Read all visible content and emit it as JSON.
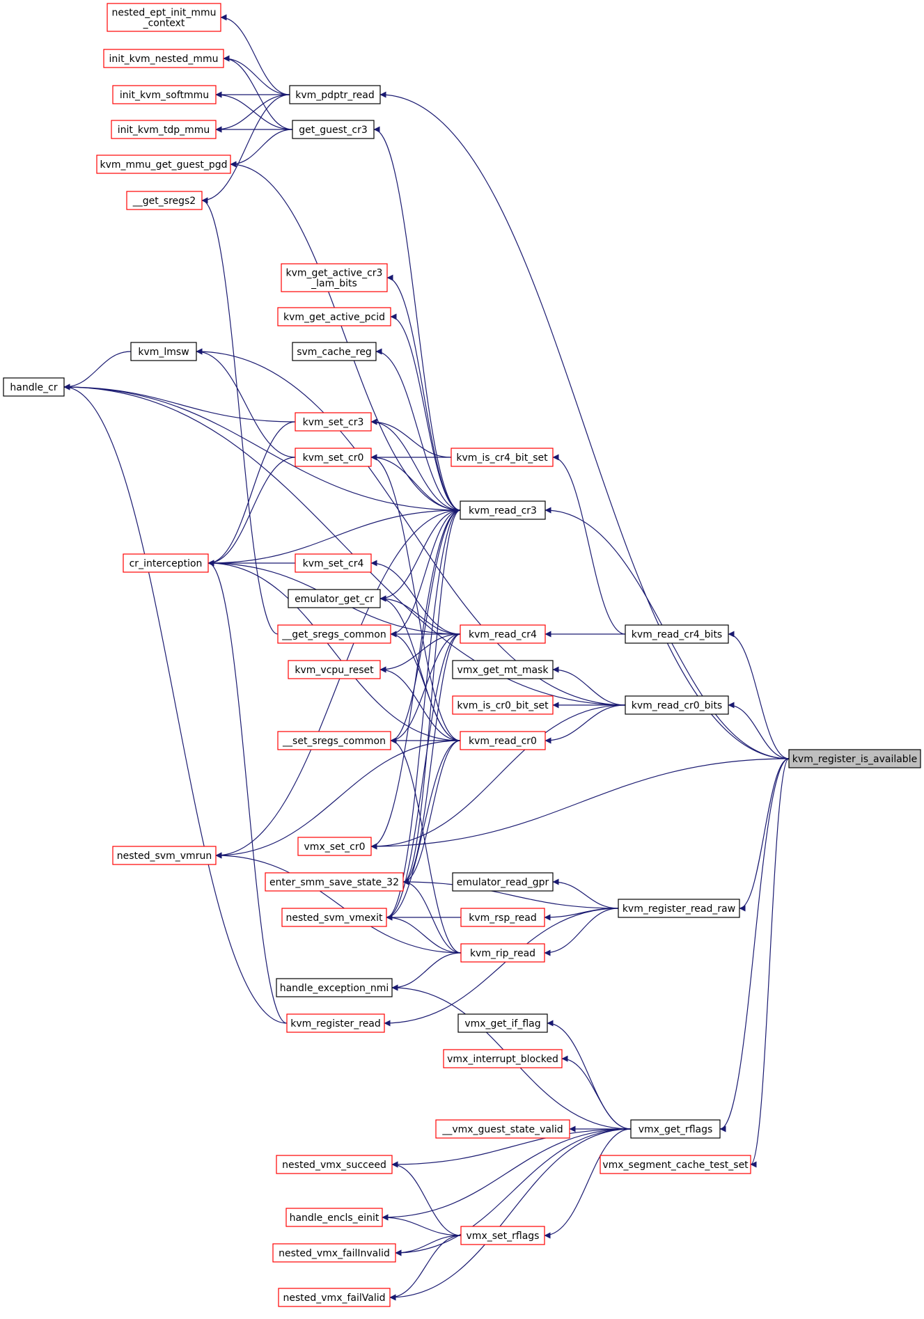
{
  "graph": {
    "edge_color": "#191970",
    "root_fill": "#bfbfbf",
    "border_colors": {
      "has_more_callers": "#ff0000",
      "complete": "#000000"
    },
    "nodes": [
      {
        "id": "nested_ept_init_mmu_context",
        "lines": [
          "nested_ept_init_mmu",
          "_context"
        ],
        "style": "red"
      },
      {
        "id": "init_kvm_nested_mmu",
        "lines": [
          "init_kvm_nested_mmu"
        ],
        "style": "red"
      },
      {
        "id": "init_kvm_softmmu",
        "lines": [
          "init_kvm_softmmu"
        ],
        "style": "red"
      },
      {
        "id": "init_kvm_tdp_mmu",
        "lines": [
          "init_kvm_tdp_mmu"
        ],
        "style": "red"
      },
      {
        "id": "kvm_mmu_get_guest_pgd",
        "lines": [
          "kvm_mmu_get_guest_pgd"
        ],
        "style": "red"
      },
      {
        "id": "__get_sregs2",
        "lines": [
          "__get_sregs2"
        ],
        "style": "red"
      },
      {
        "id": "kvm_pdptr_read",
        "lines": [
          "kvm_pdptr_read"
        ],
        "style": "black"
      },
      {
        "id": "get_guest_cr3",
        "lines": [
          "get_guest_cr3"
        ],
        "style": "black"
      },
      {
        "id": "kvm_get_active_cr3_lam_bits",
        "lines": [
          "kvm_get_active_cr3",
          "_lam_bits"
        ],
        "style": "red"
      },
      {
        "id": "kvm_get_active_pcid",
        "lines": [
          "kvm_get_active_pcid"
        ],
        "style": "red"
      },
      {
        "id": "svm_cache_reg",
        "lines": [
          "svm_cache_reg"
        ],
        "style": "black"
      },
      {
        "id": "kvm_lmsw",
        "lines": [
          "kvm_lmsw"
        ],
        "style": "black"
      },
      {
        "id": "handle_cr",
        "lines": [
          "handle_cr"
        ],
        "style": "black"
      },
      {
        "id": "kvm_set_cr3",
        "lines": [
          "kvm_set_cr3"
        ],
        "style": "red"
      },
      {
        "id": "kvm_set_cr0",
        "lines": [
          "kvm_set_cr0"
        ],
        "style": "red"
      },
      {
        "id": "kvm_is_cr4_bit_set",
        "lines": [
          "kvm_is_cr4_bit_set"
        ],
        "style": "red"
      },
      {
        "id": "kvm_read_cr3",
        "lines": [
          "kvm_read_cr3"
        ],
        "style": "black"
      },
      {
        "id": "cr_interception",
        "lines": [
          "cr_interception"
        ],
        "style": "red"
      },
      {
        "id": "kvm_set_cr4",
        "lines": [
          "kvm_set_cr4"
        ],
        "style": "red"
      },
      {
        "id": "emulator_get_cr",
        "lines": [
          "emulator_get_cr"
        ],
        "style": "black"
      },
      {
        "id": "__get_sregs_common",
        "lines": [
          "__get_sregs_common"
        ],
        "style": "red"
      },
      {
        "id": "kvm_read_cr4",
        "lines": [
          "kvm_read_cr4"
        ],
        "style": "red"
      },
      {
        "id": "kvm_read_cr4_bits",
        "lines": [
          "kvm_read_cr4_bits"
        ],
        "style": "black"
      },
      {
        "id": "kvm_vcpu_reset",
        "lines": [
          "kvm_vcpu_reset"
        ],
        "style": "red"
      },
      {
        "id": "vmx_get_mt_mask",
        "lines": [
          "vmx_get_mt_mask"
        ],
        "style": "black"
      },
      {
        "id": "kvm_is_cr0_bit_set",
        "lines": [
          "kvm_is_cr0_bit_set"
        ],
        "style": "red"
      },
      {
        "id": "kvm_read_cr0_bits",
        "lines": [
          "kvm_read_cr0_bits"
        ],
        "style": "black"
      },
      {
        "id": "__set_sregs_common",
        "lines": [
          "__set_sregs_common"
        ],
        "style": "red"
      },
      {
        "id": "kvm_read_cr0",
        "lines": [
          "kvm_read_cr0"
        ],
        "style": "red"
      },
      {
        "id": "kvm_register_is_available",
        "lines": [
          "kvm_register_is_available"
        ],
        "style": "root"
      },
      {
        "id": "vmx_set_cr0",
        "lines": [
          "vmx_set_cr0"
        ],
        "style": "red"
      },
      {
        "id": "nested_svm_vmrun",
        "lines": [
          "nested_svm_vmrun"
        ],
        "style": "red"
      },
      {
        "id": "enter_smm_save_state_32",
        "lines": [
          "enter_smm_save_state_32"
        ],
        "style": "red"
      },
      {
        "id": "emulator_read_gpr",
        "lines": [
          "emulator_read_gpr"
        ],
        "style": "black"
      },
      {
        "id": "kvm_register_read_raw",
        "lines": [
          "kvm_register_read_raw"
        ],
        "style": "black"
      },
      {
        "id": "nested_svm_vmexit",
        "lines": [
          "nested_svm_vmexit"
        ],
        "style": "red"
      },
      {
        "id": "kvm_rsp_read",
        "lines": [
          "kvm_rsp_read"
        ],
        "style": "red"
      },
      {
        "id": "kvm_rip_read",
        "lines": [
          "kvm_rip_read"
        ],
        "style": "red"
      },
      {
        "id": "handle_exception_nmi",
        "lines": [
          "handle_exception_nmi"
        ],
        "style": "black"
      },
      {
        "id": "kvm_register_read",
        "lines": [
          "kvm_register_read"
        ],
        "style": "red"
      },
      {
        "id": "vmx_get_if_flag",
        "lines": [
          "vmx_get_if_flag"
        ],
        "style": "black"
      },
      {
        "id": "vmx_interrupt_blocked",
        "lines": [
          "vmx_interrupt_blocked"
        ],
        "style": "red"
      },
      {
        "id": "__vmx_guest_state_valid",
        "lines": [
          "__vmx_guest_state_valid"
        ],
        "style": "red"
      },
      {
        "id": "vmx_get_rflags",
        "lines": [
          "vmx_get_rflags"
        ],
        "style": "black"
      },
      {
        "id": "vmx_segment_cache_test_set",
        "lines": [
          "vmx_segment_cache_test_set"
        ],
        "style": "red"
      },
      {
        "id": "nested_vmx_succeed",
        "lines": [
          "nested_vmx_succeed"
        ],
        "style": "red"
      },
      {
        "id": "handle_encls_einit",
        "lines": [
          "handle_encls_einit"
        ],
        "style": "red"
      },
      {
        "id": "vmx_set_rflags",
        "lines": [
          "vmx_set_rflags"
        ],
        "style": "red"
      },
      {
        "id": "nested_vmx_failInvalid",
        "lines": [
          "nested_vmx_failInvalid"
        ],
        "style": "red"
      },
      {
        "id": "nested_vmx_failValid",
        "lines": [
          "nested_vmx_failValid"
        ],
        "style": "red"
      }
    ],
    "edges": [
      [
        "nested_ept_init_mmu_context",
        "kvm_pdptr_read"
      ],
      [
        "init_kvm_nested_mmu",
        "kvm_pdptr_read"
      ],
      [
        "init_kvm_nested_mmu",
        "get_guest_cr3"
      ],
      [
        "init_kvm_softmmu",
        "kvm_pdptr_read"
      ],
      [
        "init_kvm_softmmu",
        "get_guest_cr3"
      ],
      [
        "init_kvm_tdp_mmu",
        "kvm_pdptr_read"
      ],
      [
        "init_kvm_tdp_mmu",
        "get_guest_cr3"
      ],
      [
        "kvm_mmu_get_guest_pgd",
        "get_guest_cr3"
      ],
      [
        "kvm_mmu_get_guest_pgd",
        "kvm_read_cr3"
      ],
      [
        "__get_sregs2",
        "kvm_pdptr_read"
      ],
      [
        "__get_sregs2",
        "__get_sregs_common"
      ],
      [
        "kvm_pdptr_read",
        "kvm_register_is_available"
      ],
      [
        "get_guest_cr3",
        "kvm_read_cr3"
      ],
      [
        "kvm_get_active_cr3_lam_bits",
        "kvm_read_cr3"
      ],
      [
        "kvm_get_active_pcid",
        "kvm_read_cr3"
      ],
      [
        "svm_cache_reg",
        "kvm_read_cr3"
      ],
      [
        "kvm_lmsw",
        "kvm_read_cr0_bits"
      ],
      [
        "kvm_lmsw",
        "kvm_set_cr0"
      ],
      [
        "handle_cr",
        "kvm_lmsw"
      ],
      [
        "handle_cr",
        "kvm_set_cr3"
      ],
      [
        "handle_cr",
        "kvm_read_cr3"
      ],
      [
        "handle_cr",
        "kvm_read_cr0_bits"
      ],
      [
        "handle_cr",
        "kvm_register_read"
      ],
      [
        "kvm_set_cr3",
        "kvm_is_cr4_bit_set"
      ],
      [
        "kvm_set_cr3",
        "kvm_read_cr3"
      ],
      [
        "kvm_set_cr0",
        "kvm_is_cr4_bit_set"
      ],
      [
        "kvm_set_cr0",
        "kvm_read_cr3"
      ],
      [
        "kvm_set_cr0",
        "kvm_read_cr0"
      ],
      [
        "kvm_is_cr4_bit_set",
        "kvm_read_cr4_bits"
      ],
      [
        "kvm_read_cr3",
        "kvm_register_is_available"
      ],
      [
        "cr_interception",
        "kvm_set_cr3"
      ],
      [
        "cr_interception",
        "kvm_set_cr0"
      ],
      [
        "cr_interception",
        "kvm_read_cr3"
      ],
      [
        "cr_interception",
        "kvm_set_cr4"
      ],
      [
        "cr_interception",
        "kvm_read_cr4"
      ],
      [
        "cr_interception",
        "kvm_read_cr0"
      ],
      [
        "cr_interception",
        "kvm_register_read"
      ],
      [
        "kvm_set_cr4",
        "kvm_read_cr4"
      ],
      [
        "emulator_get_cr",
        "kvm_read_cr3"
      ],
      [
        "emulator_get_cr",
        "kvm_read_cr4"
      ],
      [
        "emulator_get_cr",
        "kvm_read_cr0"
      ],
      [
        "__get_sregs_common",
        "kvm_read_cr3"
      ],
      [
        "__get_sregs_common",
        "kvm_read_cr4"
      ],
      [
        "__get_sregs_common",
        "kvm_read_cr0"
      ],
      [
        "kvm_read_cr4",
        "kvm_read_cr4_bits"
      ],
      [
        "kvm_read_cr4_bits",
        "kvm_register_is_available"
      ],
      [
        "kvm_vcpu_reset",
        "kvm_read_cr4"
      ],
      [
        "kvm_vcpu_reset",
        "kvm_read_cr0"
      ],
      [
        "vmx_get_mt_mask",
        "kvm_read_cr0_bits"
      ],
      [
        "kvm_is_cr0_bit_set",
        "kvm_read_cr0_bits"
      ],
      [
        "kvm_read_cr0_bits",
        "kvm_register_is_available"
      ],
      [
        "__set_sregs_common",
        "kvm_read_cr3"
      ],
      [
        "__set_sregs_common",
        "kvm_read_cr4"
      ],
      [
        "__set_sregs_common",
        "kvm_read_cr0"
      ],
      [
        "__set_sregs_common",
        "kvm_rip_read"
      ],
      [
        "kvm_read_cr0",
        "kvm_read_cr0_bits"
      ],
      [
        "vmx_set_cr0",
        "kvm_read_cr3"
      ],
      [
        "vmx_set_cr0",
        "kvm_read_cr0_bits"
      ],
      [
        "vmx_set_cr0",
        "kvm_register_is_available"
      ],
      [
        "nested_svm_vmrun",
        "kvm_read_cr3"
      ],
      [
        "nested_svm_vmrun",
        "kvm_read_cr0"
      ],
      [
        "nested_svm_vmrun",
        "kvm_rip_read"
      ],
      [
        "enter_smm_save_state_32",
        "kvm_read_cr3"
      ],
      [
        "enter_smm_save_state_32",
        "kvm_read_cr4"
      ],
      [
        "enter_smm_save_state_32",
        "kvm_read_cr0"
      ],
      [
        "enter_smm_save_state_32",
        "kvm_register_read_raw"
      ],
      [
        "enter_smm_save_state_32",
        "kvm_rip_read"
      ],
      [
        "emulator_read_gpr",
        "kvm_register_read_raw"
      ],
      [
        "kvm_register_read_raw",
        "kvm_register_is_available"
      ],
      [
        "nested_svm_vmexit",
        "kvm_read_cr3"
      ],
      [
        "nested_svm_vmexit",
        "kvm_read_cr4"
      ],
      [
        "nested_svm_vmexit",
        "kvm_read_cr0"
      ],
      [
        "nested_svm_vmexit",
        "kvm_rsp_read"
      ],
      [
        "nested_svm_vmexit",
        "kvm_rip_read"
      ],
      [
        "kvm_rsp_read",
        "kvm_register_read_raw"
      ],
      [
        "kvm_rip_read",
        "kvm_register_read_raw"
      ],
      [
        "handle_exception_nmi",
        "kvm_rip_read"
      ],
      [
        "handle_exception_nmi",
        "vmx_get_rflags"
      ],
      [
        "kvm_register_read",
        "kvm_register_read_raw"
      ],
      [
        "vmx_get_if_flag",
        "vmx_get_rflags"
      ],
      [
        "vmx_interrupt_blocked",
        "vmx_get_rflags"
      ],
      [
        "__vmx_guest_state_valid",
        "vmx_get_rflags"
      ],
      [
        "vmx_get_rflags",
        "kvm_register_is_available"
      ],
      [
        "vmx_segment_cache_test_set",
        "kvm_register_is_available"
      ],
      [
        "nested_vmx_succeed",
        "vmx_get_rflags"
      ],
      [
        "nested_vmx_succeed",
        "vmx_set_rflags"
      ],
      [
        "handle_encls_einit",
        "vmx_get_rflags"
      ],
      [
        "handle_encls_einit",
        "vmx_set_rflags"
      ],
      [
        "vmx_set_rflags",
        "vmx_get_rflags"
      ],
      [
        "nested_vmx_failInvalid",
        "vmx_get_rflags"
      ],
      [
        "nested_vmx_failInvalid",
        "vmx_set_rflags"
      ],
      [
        "nested_vmx_failValid",
        "vmx_get_rflags"
      ],
      [
        "nested_vmx_failValid",
        "vmx_set_rflags"
      ]
    ]
  }
}
